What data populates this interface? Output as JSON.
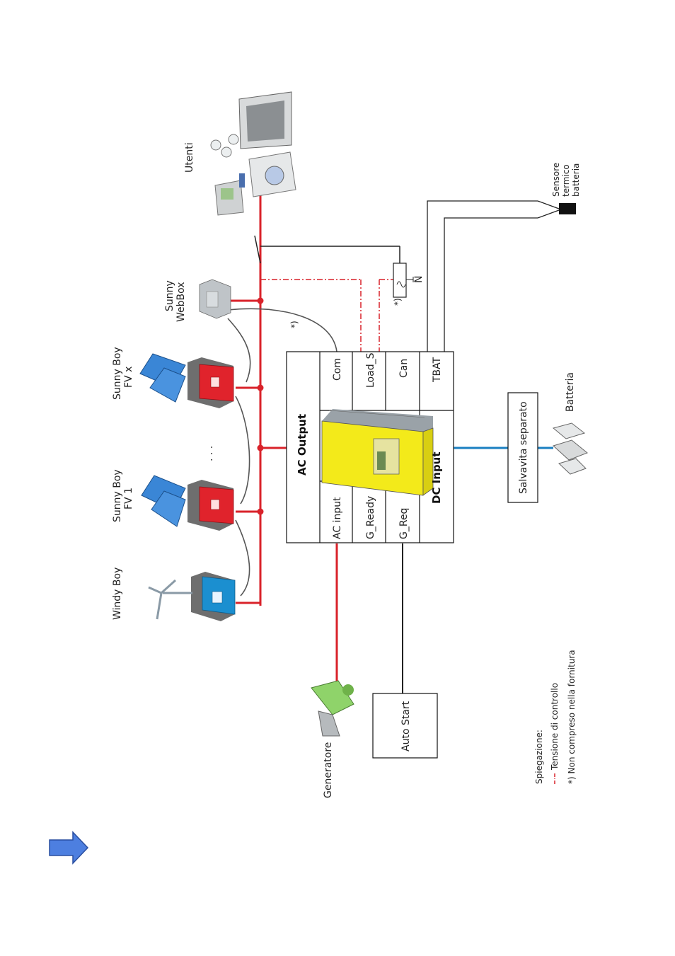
{
  "colors": {
    "ac_line": "#d9222a",
    "control_line": "#d9222a",
    "dc_line": "#1a7fc1",
    "signal_line": "#333333",
    "sunny_island_yellow": "#f3ea1a",
    "sunny_boy_red": "#e0232c",
    "windy_boy_blue": "#1b8fd0",
    "arrow_blue": "#4d7fe0"
  },
  "devices": {
    "windy_boy": "Windy Boy",
    "sunny_boy_1": [
      "Sunny Boy",
      "FV 1"
    ],
    "sunny_boy_x": [
      "Sunny Boy",
      "FV x"
    ],
    "ellipsis": "· · ·",
    "webbox": [
      "Sunny",
      "WebBox"
    ],
    "utenti": "Utenti",
    "sensore": [
      "Sensore",
      "termico",
      "batteria"
    ],
    "generatore": "Generatore",
    "batteria": "Batteria"
  },
  "island": {
    "ac_output": "AC Output",
    "dc_input": "DC Input",
    "ports": {
      "ac_input": "AC input",
      "g_ready": "G_Ready",
      "g_req": "G_Req",
      "com": "Com",
      "load_s": "Load_S",
      "can": "Can",
      "tbat": "TBAT"
    }
  },
  "boxes": {
    "auto_start": "Auto Start",
    "salvavita": "Salvavita separato"
  },
  "annotations": {
    "note_webbox": "*)",
    "note_relay": "*)",
    "relay_n": "N"
  },
  "legend": {
    "title": "Spiegazione:",
    "control": "Tensione di controllo",
    "not_included": "*) Non compreso nella fornitura"
  },
  "icons": {
    "arrow": "right-arrow-icon",
    "wind_turbine": "wind-turbine-icon",
    "pv_panel": "solar-panel-icon",
    "generator": "generator-icon",
    "battery": "battery-icon",
    "consumers": "household-appliances-icon"
  }
}
